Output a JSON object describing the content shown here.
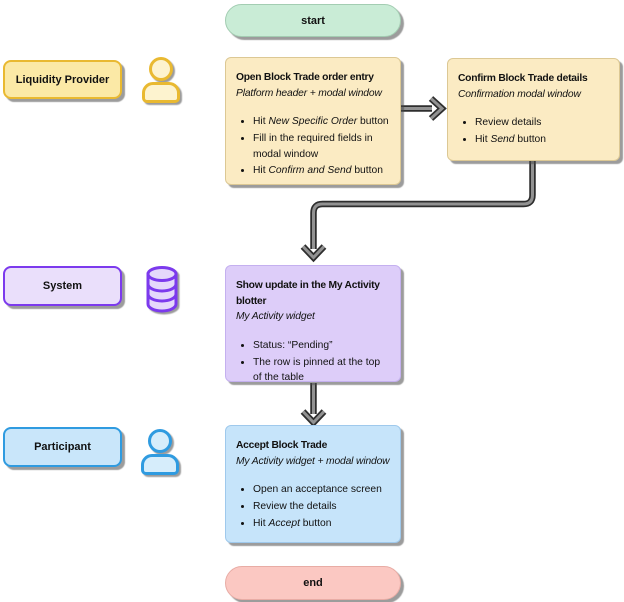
{
  "colors": {
    "text": "#111111",
    "shadow": "rgba(75,75,75,0.55)",
    "arrow_outline": "#2e2e2e",
    "arrow_fill": "#929292",
    "green_fill": "#c9ecd6",
    "green_border": "#a3cdb2",
    "red_fill": "#fbc8c2",
    "red_border": "#e8aca5",
    "yellow_label_fill": "#fbe9a6",
    "yellow_border": "#e9b931",
    "yellow_box_fill": "#fbebc3",
    "yellow_box_border": "#dcc894",
    "purple_label_fill": "#eadffb",
    "purple_border": "#7c3aed",
    "purple_box_fill": "#ddcdf9",
    "purple_box_border": "#c4b0ef",
    "blue_label_fill": "#c9e6fa",
    "blue_border": "#2f9be0",
    "blue_box_fill": "#c6e4fa",
    "blue_box_border": "#9fc9ec",
    "icon_yellow_fill": "#fdf3cf",
    "icon_blue_fill": "#d6edfb",
    "icon_purple_fill": "#e5d8fb"
  },
  "terminals": {
    "start": "start",
    "end": "end"
  },
  "lanes": [
    {
      "label": "Liquidity Provider",
      "icon": "person-icon"
    },
    {
      "label": "System",
      "icon": "database-icon"
    },
    {
      "label": "Participant",
      "icon": "person-icon"
    }
  ],
  "steps": [
    {
      "title": "Open Block Trade order entry",
      "subtitle": "Platform header + modal window",
      "bullets": [
        {
          "segments": [
            {
              "t": "Hit "
            },
            {
              "t": "New Specific Order",
              "i": true
            },
            {
              "t": " button"
            }
          ]
        },
        {
          "segments": [
            {
              "t": "Fill in the required fields in modal window"
            }
          ]
        },
        {
          "segments": [
            {
              "t": "Hit "
            },
            {
              "t": "Confirm and Send",
              "i": true
            },
            {
              "t": " button"
            }
          ]
        }
      ]
    },
    {
      "title": "Confirm Block Trade details",
      "subtitle": "Confirmation modal window",
      "bullets": [
        {
          "segments": [
            {
              "t": "Review details"
            }
          ]
        },
        {
          "segments": [
            {
              "t": "Hit "
            },
            {
              "t": "Send",
              "i": true
            },
            {
              "t": " button"
            }
          ]
        }
      ]
    },
    {
      "title": "Show update in the My Activity blotter",
      "subtitle": "My Activity widget",
      "bullets": [
        {
          "segments": [
            {
              "t": "Status: “Pending”"
            }
          ]
        },
        {
          "segments": [
            {
              "t": "The row is pinned at the top of the table"
            }
          ]
        }
      ]
    },
    {
      "title": "Accept Block Trade",
      "subtitle": "My Activity widget + modal window",
      "bullets": [
        {
          "segments": [
            {
              "t": "Open an acceptance screen"
            }
          ]
        },
        {
          "segments": [
            {
              "t": "Review the details"
            }
          ]
        },
        {
          "segments": [
            {
              "t": "Hit "
            },
            {
              "t": "Accept",
              "i": true
            },
            {
              "t": " button"
            }
          ]
        }
      ]
    }
  ]
}
